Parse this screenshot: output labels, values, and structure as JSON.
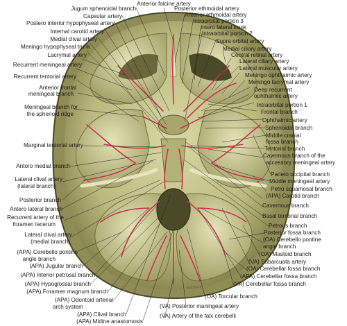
{
  "figure": {
    "artist_signature": "Trochenit",
    "colors": {
      "bone_light": "#d7d6a0",
      "bone_mid": "#b9b77e",
      "bone_dark": "#6e6c3c",
      "fossa_shadow": "#4b4a26",
      "artery": "#c8324b",
      "leader_line": "#222222"
    }
  },
  "labels": {
    "anterior_falcine_artery": "Anterior falcine artery",
    "jugum_sphenoidal_branch": "Jugum sphenoidal branch",
    "posterior_ethmoidal_artery": "Posterior ethmoidal artery",
    "capsular_artery": "Capsular artery",
    "anterior_ethmoidal_artery": "Anterior ethmoidal artery",
    "postero_interior_hypophyseal_artery": "Postero interior hypophyseal artery",
    "intraorbital_portion_3": "Intraorbital portion 3",
    "intero_lateral_trunk": "Intero lateral trunk",
    "internal_carotid_artery": "Internal carotid artery",
    "intraorbital_portion_2": "Intraorbital portion 2",
    "medial_clival_artery": "Medial clival artery",
    "supra_orbital_artery": "Supra orbital artery",
    "meningo_hypophyseal_trunk": "Meningo hypophyseal trunk",
    "medial_ciliary_artery": "Medial ciliary artery",
    "central_retinal_artery": "Central retinal artery",
    "lacrymal_artery": "Lacrymal artery",
    "lateral_ciliary_artery": "Lateral ciliary artery",
    "recurrent_meningeal_artery": "Recurrent meningeal artery",
    "lateral_muscular_artery": "Lateral muscular artery",
    "meningo_ophthalmic_artery": "Meningo ophthalmic artery",
    "recurrent_tentorial_artery": "Recurrent tentorial artery",
    "meningo_lacrymal_artery": "Meningo lacrymal artery",
    "anterior_frontal_meningeal_branch_1": "Anterior frontal",
    "anterior_frontal_meningeal_branch_2": "meningeal branch",
    "deep_recurrent_ophthalmic_artery_1": "Deep recurrent",
    "deep_recurrent_ophthalmic_artery_2": "ophthalmic artery",
    "meningeal_branch_sphenoid_ridge_1": "Meningeal branch for",
    "meningeal_branch_sphenoid_ridge_2": "the sphenoid ridge",
    "intraorbital_portion_1": "Intraorbital portion 1",
    "frontal_branch": "Frontal branch",
    "ophthalmic_artery": "Ophthalmic artery",
    "sphenoidal_branch": "Sphenoidal branch",
    "middle_cranial_fossa_branch_1": "Middle cranial",
    "middle_cranial_fossa_branch_2": "fossa branch",
    "marginal_tentorial_artery": "Marginal tentorial artery",
    "tentorial_branch": "Tentorial branch",
    "cavernous_branch_accessory_1": "Cavernous branch of the",
    "cavernous_branch_accessory_2": "accessory meningeal artery",
    "antero_medial_branch": "Antoro medial branch",
    "lateral_clival_artery_1": "Lateral clival artery",
    "lateral_clival_artery_2": "(lateral branch)",
    "parieto_occipital_branch": "Parieto occipital branch",
    "middle_meningeal_artery": "Middle meningeal artery",
    "petro_squamosal_branch": "Petro squamosal branch",
    "apa_carotid_branch": "(APA) Carotid branch",
    "posterior_branch": "Posterior branch",
    "antero_lateral_branch": "Antero lateral branch",
    "cavernous_branch": "Cavernous branch",
    "recurrent_artery_foramen_lacerum_1": "Recurrent artery of the",
    "recurrent_artery_foramen_lacerum_2": "foramen lacerum",
    "basal_tentorial_branch": "Basal tentorial branch",
    "lateral_clival_medial_1": "Lateral clival artery",
    "lateral_clival_medial_2": "(medial branch)",
    "petrous_branch": "Petrous branch",
    "posterior_fossa_branch": "Posterior fossa branch",
    "apa_cerebello_pontine_1": "(APA) Cerebello pontine",
    "apa_cerebello_pontine_2": "angle branch",
    "oa_cerebello_pontine_1": "(OA) Cerebello pontine",
    "oa_cerebello_pontine_2": "angle branch",
    "apa_jugular_branch": "(APA) Jugular branch",
    "oa_mastoid_branch": "(OA) Mastoid branch",
    "apa_interior_petrosal_branch": "(APA) Interior petrosal branch",
    "va_subarcuata_artery": "(VA) Subarcuata artery",
    "oa_cerebellar_fossa_branch": "(OA) Cerebellar fossa branch",
    "apa_hypoglossal_branch": "(APA) Hypoglossal branch",
    "apa_cerebellar_fossa_branch": "(APA) Cerebellar fossa branch",
    "apa_foramen_magnum_branch": "(APA) Foramen magnum branch",
    "va_cerebellar_fossa_branch": "(VA) Cerebellar fossa branch",
    "apa_odontoid_1": "(APA) Odontoid arterial",
    "apa_odontoid_2": "arch system",
    "oa_torcular_branch": "(OA) Torcular branch",
    "va_posterior_meningeal_artery": "(VA) Posterior maningeal artery",
    "apa_clival_branch": "(APA) Clival branch",
    "va_artery_falx_cerebelli": "(VA) Artery of the falx cerebelli",
    "apa_midline_anastomosis": "(APA) Midine anastomosis"
  }
}
